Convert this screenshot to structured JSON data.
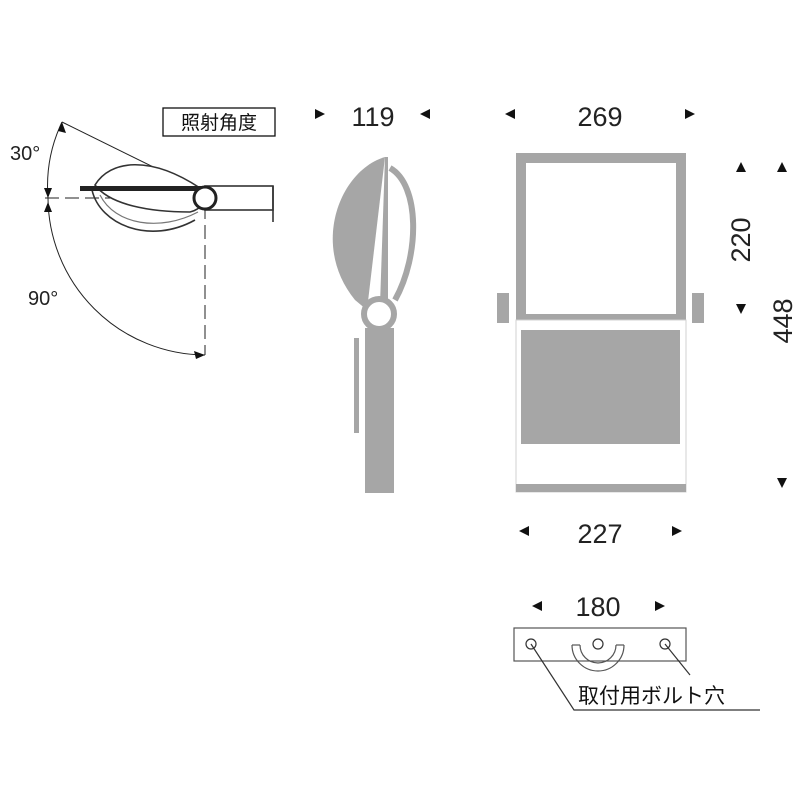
{
  "labels": {
    "beam_angle": "照射角度",
    "mount_holes": "取付用ボルト穴"
  },
  "angles": {
    "upper": "30°",
    "lower": "90°"
  },
  "dimensions": {
    "side_depth": "119",
    "front_width": "269",
    "head_height": "220",
    "total_height": "448",
    "base_width": "227",
    "hole_pitch": "180"
  },
  "colors": {
    "fill": "#a6a6a6",
    "line": "#222222"
  }
}
